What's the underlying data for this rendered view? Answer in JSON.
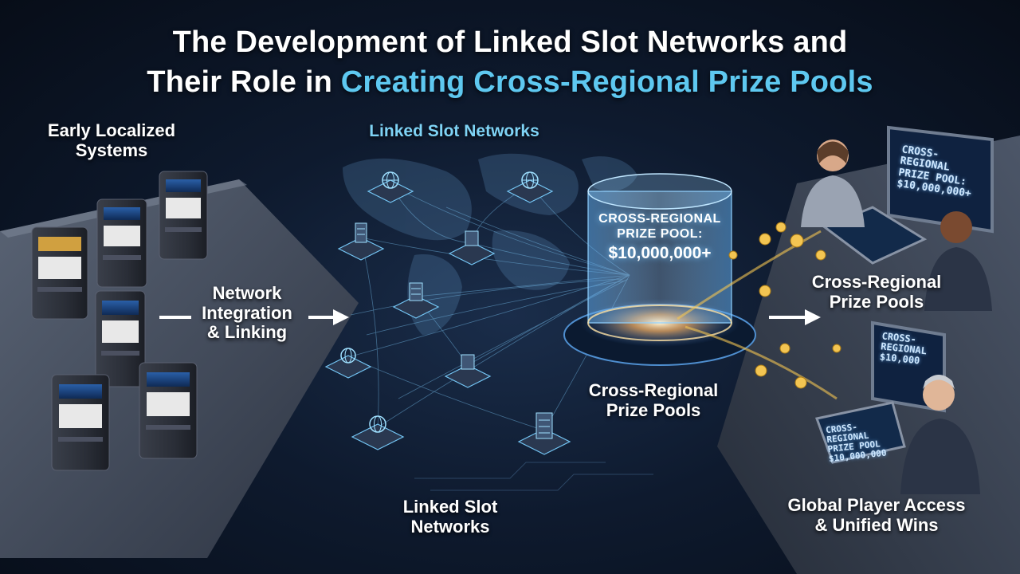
{
  "title": {
    "line1": "The Development of Linked Slot Networks and",
    "line2_prefix": "Their Role in ",
    "line2_accent": "Creating Cross-Regional Prize Pools"
  },
  "labels": {
    "early_line1": "Early Localized",
    "early_line2": "Systems",
    "linked_top": "Linked Slot Networks",
    "integration_line1": "Network",
    "integration_line2": "Integration",
    "integration_line3": "& Linking",
    "cross_center_line1": "Cross-Regional",
    "cross_center_line2": "Prize Pools",
    "cross_right_line1": "Cross-Regional",
    "cross_right_line2": "Prize Pools",
    "linked_bottom_line1": "Linked Slot",
    "linked_bottom_line2": "Networks",
    "global_line1": "Global Player Access",
    "global_line2": "& Unified Wins"
  },
  "pool": {
    "line1": "CROSS-REGIONAL",
    "line2": "PRIZE POOL:",
    "amount": "$10,000,000+"
  },
  "screens": {
    "monitor_top_line1": "CROSS-REGIONAL",
    "monitor_top_line2": "PRIZE POOL:",
    "monitor_top_amount": "$10,000,000+",
    "monitor_bottom_line1": "CROSS-REGIONAL",
    "monitor_bottom_amount": "$10,000",
    "tablet_bottom_line1": "CROSS-REGIONAL",
    "tablet_bottom_line2": "PRIZE POOL",
    "tablet_bottom_amount": "$10,000,000"
  },
  "colors": {
    "accent": "#5ec8f0",
    "gold": "#f3c552",
    "glow": "#7fd3f5"
  },
  "icons": [
    "globe-icon",
    "server-icon",
    "slot-machine-icon",
    "coin-icon",
    "arrow-right-icon"
  ]
}
